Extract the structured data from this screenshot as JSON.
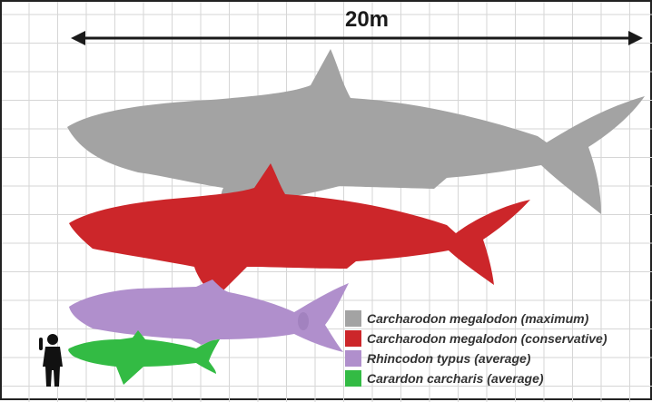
{
  "scale": {
    "label": "20m"
  },
  "colors": {
    "megalodon_max": "#a3a3a3",
    "megalodon_conservative": "#cc262a",
    "whale_shark": "#b08fcc",
    "great_white": "#33bb44",
    "human": "#111111",
    "grid": "#d6d6d6"
  },
  "legend": [
    {
      "label": "Carcharodon megalodon (maximum)",
      "color": "#a3a3a3"
    },
    {
      "label": "Carcharodon megalodon (conservative)",
      "color": "#cc262a"
    },
    {
      "label": "Rhincodon typus (average)",
      "color": "#b08fcc"
    },
    {
      "label": "Carardon carcharis (average)",
      "color": "#33bb44"
    }
  ]
}
